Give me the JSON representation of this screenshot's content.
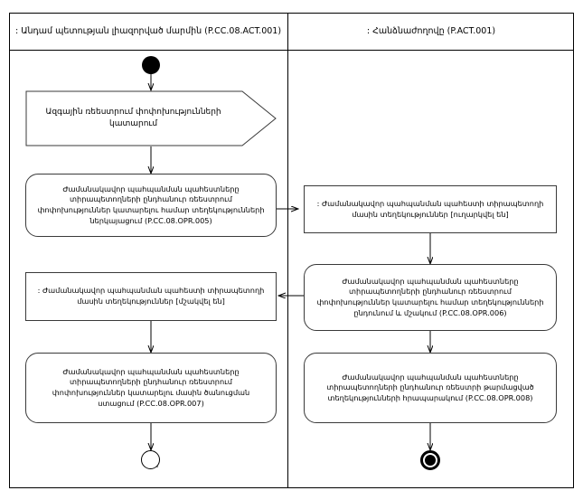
{
  "diagram": {
    "type": "uml-activity-diagram",
    "title_bar": null,
    "lanes": [
      {
        "id": "lane-left",
        "header": ": Անդամ պետության լիազորված մարմին (P.CC.08.ACT.001)"
      },
      {
        "id": "lane-right",
        "header": ": Հանձնաժողովը (P.ACT.001)"
      }
    ]
  },
  "nodes": {
    "initial": {
      "kind": "initial-node",
      "label": ""
    },
    "signal_receive": {
      "kind": "accept-event-action",
      "label": "Ազգային ռեեստրում փոփոխությունների կատարում"
    },
    "action_opr005": {
      "kind": "action",
      "label": "Ժամանակավոր պահպանման պահեստները տիրապետողների ընդհանուր ռեեստրում փոփոխություններ կատարելու համար տեղեկությունների ներկայացում (P.CC.08.OPR.005)"
    },
    "object_sent": {
      "kind": "object-node",
      "label": ": Ժամանակավոր պահպանման պահեստի տիրապետողի մասին տեղեկություններ [ուղարկվել են]"
    },
    "object_processed": {
      "kind": "object-node",
      "label": ": Ժամանակավոր պահպանման պահեստի տիրապետողի մասին տեղեկություններ [մշակվել են]"
    },
    "action_opr006": {
      "kind": "action",
      "label": "Ժամանակավոր պահպանման պահեստները տիրապետողների ընդհանուր ռեեստրում փոփոխություններ կատարելու համար տեղեկությունների ընդունում և մշակում (P.CC.08.OPR.006)"
    },
    "action_opr007": {
      "kind": "action",
      "label": "Ժամանակավոր պահպանման պահեստները տիրապետողների ընդհանուր ռեեստրում փոփոխություններ կատարելու մասին ծանուցման ստացում (P.CC.08.OPR.007)"
    },
    "action_opr008": {
      "kind": "action",
      "label": "Ժամանակավոր պահպանման պահեստները տիրապետողների ընդհանուր ռեեստրի թարմացված տեղեկությունների հրապարակում (P.CC.08.OPR.008)"
    },
    "flow_final": {
      "kind": "flow-final-node",
      "label": ""
    },
    "activity_final": {
      "kind": "activity-final-node",
      "label": ""
    }
  },
  "colors": {
    "stroke": "#000000",
    "node_stroke": "#3a3a3a",
    "background": "#ffffff"
  }
}
